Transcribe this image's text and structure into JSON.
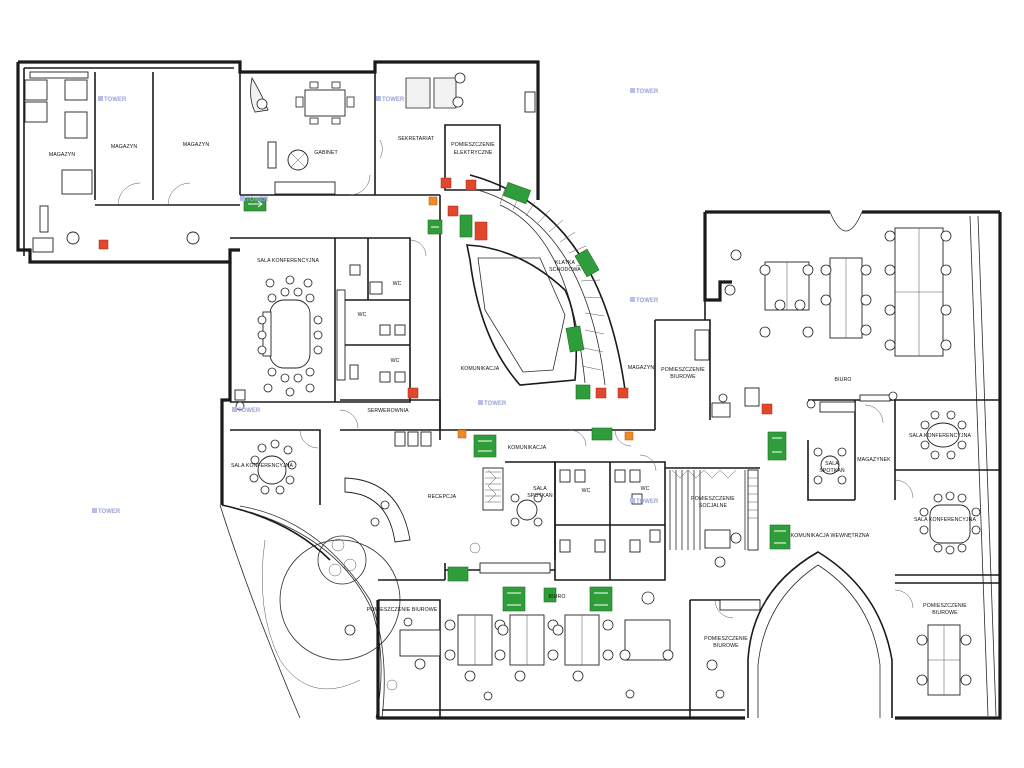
{
  "watermark": "TOWER",
  "rooms": {
    "magazyn_left": "MAGAZYN",
    "magazyn_mid1": "MAGAZYN",
    "magazyn_mid2": "MAGAZYN",
    "gabinet": "GABINET",
    "sekretariat": "SEKRETARIAT",
    "pom_elektryczne_1": "POMIESZCZENIE",
    "pom_elektryczne_2": "ELEKTRYCZNE",
    "sala_konf_top": "SALA KONFERENCYJNA",
    "wc_1": "WC",
    "wc_2": "WC",
    "wc_3": "WC",
    "wc_4": "WC",
    "wc_5": "WC",
    "serwerownia": "SERWEROWNIA",
    "klatka_1": "KLATKA",
    "klatka_2": "SCHODOWA",
    "komunikacja_1": "KOMUNIKACJA",
    "komunikacja_2": "KOMUNIKACJA",
    "magazyn_center": "MAGAZYN",
    "pom_biurowe_c1": "POMIESZCZENIE",
    "pom_biurowe_c2": "BIUROWE",
    "biuro_right": "BIURO",
    "sala_konf_right1": "SALA KONFERENCYJNA",
    "sala_konf_right2": "SALA KONFERENCYJNA",
    "magazynek": "MAGAZYNEK",
    "sala_spotkan_r1": "SALA",
    "sala_spotkan_r2": "SPOTKAŃ",
    "sala_konf_left": "SALA KONFERENCYJNA",
    "recepcja": "RECEPCJA",
    "sala_spotkan_c1": "SALA",
    "sala_spotkan_c2": "SPOTKAŃ",
    "pom_socjalne_1": "POMIESZCZENIE",
    "pom_socjalne_2": "SOCJALNE",
    "komunikacja_wew": "KOMUNIKACJA WEWNĘTRZNA",
    "pom_biurowe_l": "POMIESZCZENIE BIUROWE",
    "biuro_bottom": "BIURO",
    "pom_biurowe_b1": "POMIESZCZENIE",
    "pom_biurowe_b2": "BIUROWE",
    "pom_biurowe_r1": "POMIESZCZENIE",
    "pom_biurowe_r2": "BIUROWE"
  },
  "colors": {
    "wall": "#1a1a1a",
    "exit_sign": "#2f9e3a",
    "fire_equipment": "#e2462c",
    "hydrant": "#f08a24",
    "watermark": "#9aa3d6"
  },
  "icons": [
    "emergency-exit-sign-icon",
    "fire-extinguisher-icon",
    "fire-hydrant-icon",
    "tower-logo-icon",
    "plant-icon"
  ]
}
